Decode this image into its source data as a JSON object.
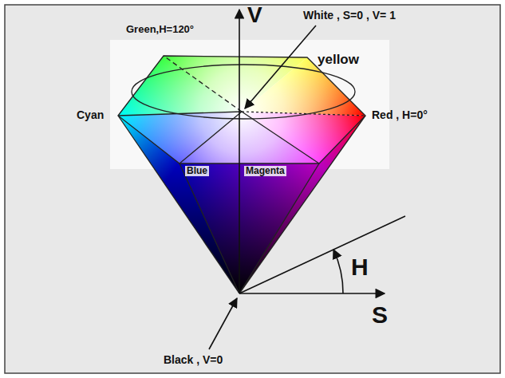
{
  "diagram": {
    "labels": [
      "V",
      "White , S=0 , V= 1",
      "Green,H=120°",
      "yellow",
      "Cyan",
      "Red , H=0°",
      "Blue",
      "Magenta",
      "H",
      "S",
      "Black , V=0"
    ]
  }
}
